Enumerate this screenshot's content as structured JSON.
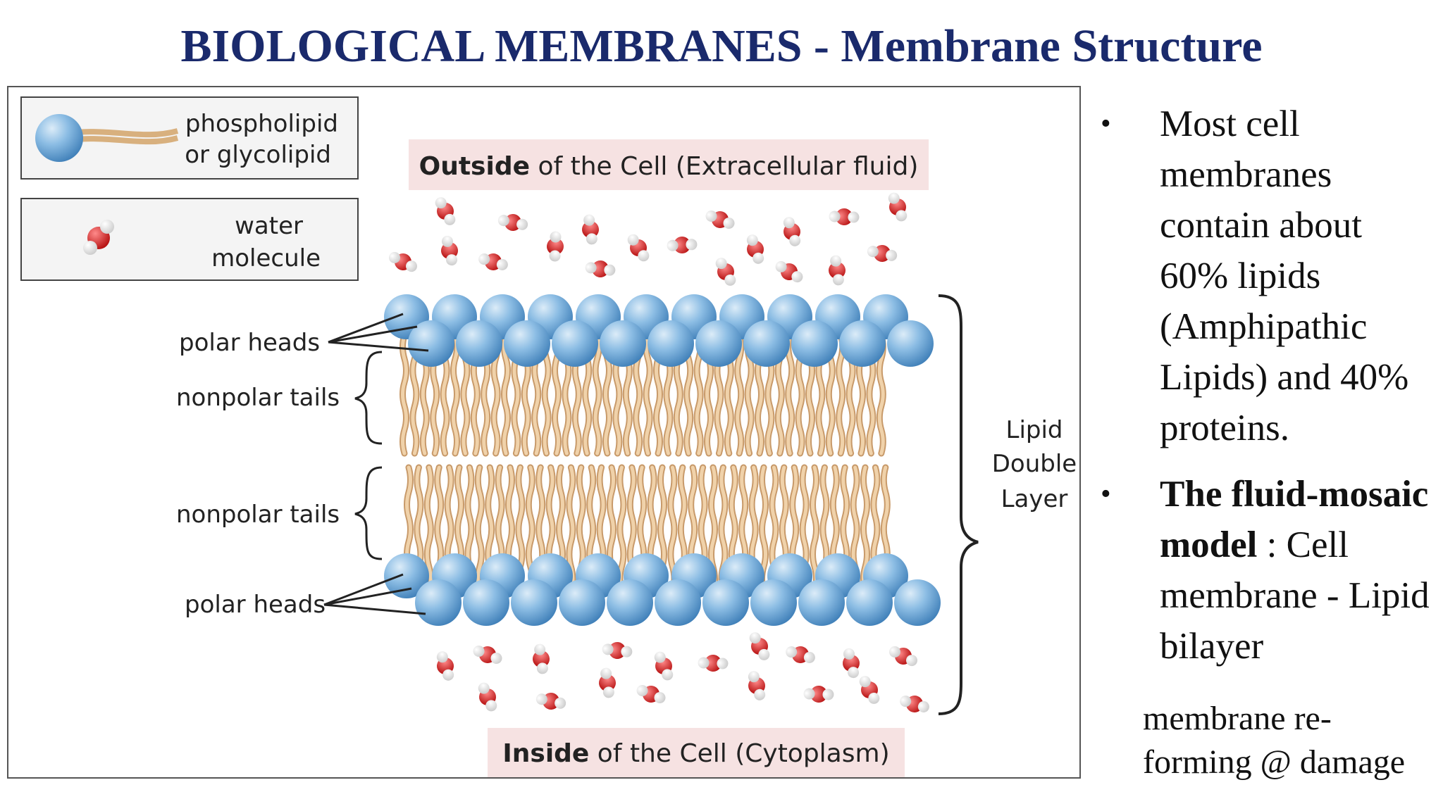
{
  "title": "BIOLOGICAL MEMBRANES - Membrane Structure",
  "legend": {
    "phospholipid_line1": "phospholipid",
    "phospholipid_line2": "or glycolipid",
    "water_line1": "water",
    "water_line2": "molecule"
  },
  "diagram": {
    "outside_bold": "Outside",
    "outside_rest": " of the Cell (Extracellular fluid)",
    "inside_bold": "Inside",
    "inside_rest": " of the Cell (Cytoplasm)",
    "polar_heads_top": "polar heads",
    "nonpolar_tails_top": "nonpolar tails",
    "nonpolar_tails_bottom": "nonpolar tails",
    "polar_heads_bottom": "polar heads",
    "bilayer_line1": "Lipid",
    "bilayer_line2": "Double",
    "bilayer_line3": "Layer"
  },
  "bullets": [
    {
      "text": "Most cell membranes contain about 60% lipids (Amphipathic Lipids) and 40% proteins."
    },
    {
      "bold": "The fluid-mosaic model",
      "rest": " : Cell membrane - Lipid bilayer"
    }
  ],
  "bullet_symbol": "•",
  "note": "membrane re-forming @ damage",
  "colors": {
    "title": "#1a2a6c",
    "head": "#6fa8d8",
    "tail": "#e8c49a",
    "oxygen": "#d62020",
    "hydrogen": "#ffffff",
    "label_bg": "#f6e2e2"
  }
}
